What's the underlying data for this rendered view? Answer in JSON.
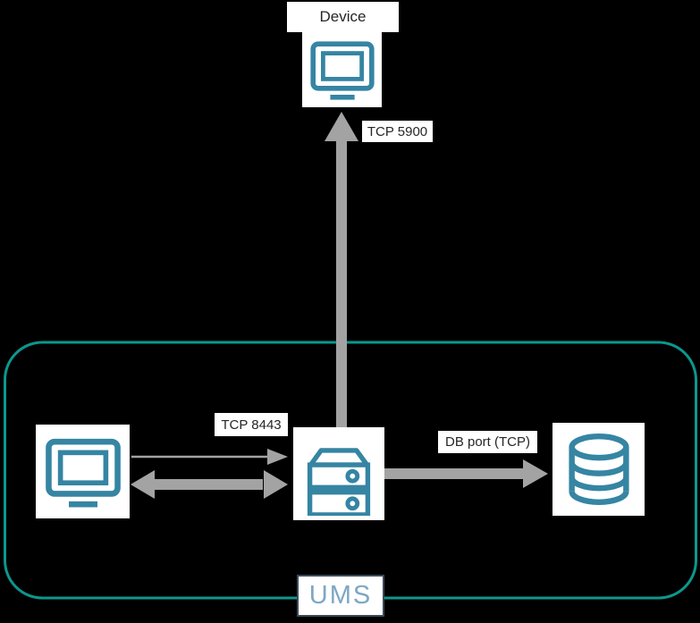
{
  "nodes": {
    "device": {
      "label": "Device",
      "icon": "monitor-icon"
    },
    "console": {
      "icon": "monitor-icon"
    },
    "ums_server": {
      "icon": "server-icon"
    },
    "database": {
      "icon": "database-icon"
    }
  },
  "edges": {
    "server_to_device": {
      "label": "TCP 5900",
      "direction": "up",
      "style": "thick-arrow"
    },
    "console_to_server": {
      "label": "TCP 8443",
      "direction": "right",
      "style": "thin-arrow"
    },
    "console_server_both": {
      "direction": "both",
      "style": "thick-double-arrow"
    },
    "server_to_database": {
      "label": "DB port (TCP)",
      "direction": "right",
      "style": "thick-arrow"
    }
  },
  "boundary": {
    "label": "UMS"
  },
  "colors": {
    "background": "#000000",
    "boundary": "#0b978e",
    "arrow": "#a3a3a3",
    "icon": "#3585a3",
    "label_bg": "#ffffff",
    "label_text": "#262626",
    "ums_text": "#7da7c4",
    "ums_border": "#3b4a59"
  }
}
